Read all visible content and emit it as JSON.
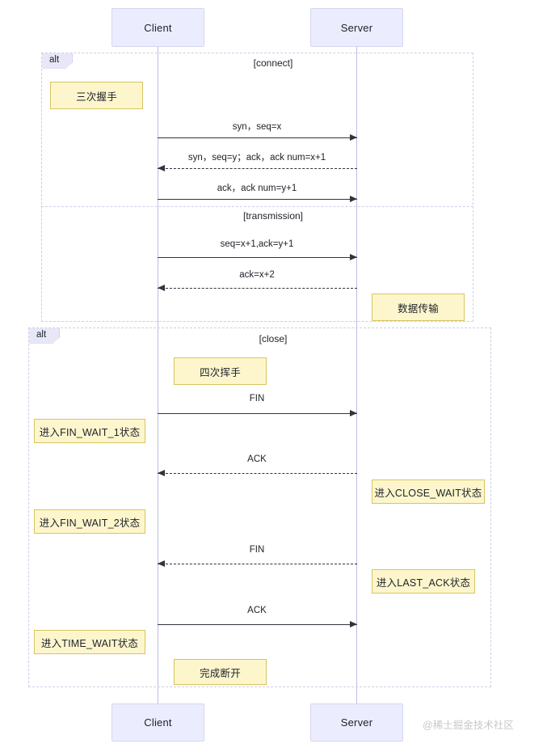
{
  "diagram": {
    "type": "sequence-diagram",
    "actors": [
      {
        "id": "client",
        "label": "Client"
      },
      {
        "id": "server",
        "label": "Server"
      }
    ],
    "actors_bottom": [
      {
        "id": "client",
        "label": "Client"
      },
      {
        "id": "server",
        "label": "Server"
      }
    ],
    "frames": [
      {
        "id": "frame-1",
        "tab": "alt",
        "sections": [
          {
            "label": "[connect]"
          },
          {
            "label": "[transmission]"
          }
        ]
      },
      {
        "id": "frame-2",
        "tab": "alt",
        "sections": [
          {
            "label": "[close]"
          }
        ]
      }
    ],
    "messages": [
      {
        "id": "m1",
        "label": "syn，seq=x",
        "from": "client",
        "to": "server",
        "style": "solid"
      },
      {
        "id": "m2",
        "label": "syn，seq=y；ack，ack num=x+1",
        "from": "server",
        "to": "client",
        "style": "dashed"
      },
      {
        "id": "m3",
        "label": "ack，ack num=y+1",
        "from": "client",
        "to": "server",
        "style": "solid"
      },
      {
        "id": "m4",
        "label": "seq=x+1,ack=y+1",
        "from": "client",
        "to": "server",
        "style": "solid"
      },
      {
        "id": "m5",
        "label": "ack=x+2",
        "from": "server",
        "to": "client",
        "style": "dashed"
      },
      {
        "id": "m6",
        "label": "FIN",
        "from": "client",
        "to": "server",
        "style": "solid"
      },
      {
        "id": "m7",
        "label": "ACK",
        "from": "server",
        "to": "client",
        "style": "dashed"
      },
      {
        "id": "m8",
        "label": "FIN",
        "from": "server",
        "to": "client",
        "style": "dashed"
      },
      {
        "id": "m9",
        "label": "ACK",
        "from": "client",
        "to": "server",
        "style": "solid"
      }
    ],
    "notes": [
      {
        "id": "n1",
        "label": "三次握手"
      },
      {
        "id": "n2",
        "label": "数据传输"
      },
      {
        "id": "n3",
        "label": "四次挥手"
      },
      {
        "id": "n4",
        "label": "进入FIN_WAIT_1状态"
      },
      {
        "id": "n5",
        "label": "进入CLOSE_WAIT状态"
      },
      {
        "id": "n6",
        "label": "进入FIN_WAIT_2状态"
      },
      {
        "id": "n7",
        "label": "进入LAST_ACK状态"
      },
      {
        "id": "n8",
        "label": "进入TIME_WAIT状态"
      },
      {
        "id": "n9",
        "label": "完成断开"
      }
    ],
    "watermark": "@稀土掘金技术社区",
    "colors": {
      "actor_fill": "#ececff",
      "actor_border": "#d5d5f0",
      "note_fill": "#fdf6cd",
      "note_border": "#d6c560",
      "frame_border": "#cfcfe8",
      "lifeline": "#bfbfe0",
      "message": "#33333d",
      "watermark": "#c8c8c8"
    }
  }
}
